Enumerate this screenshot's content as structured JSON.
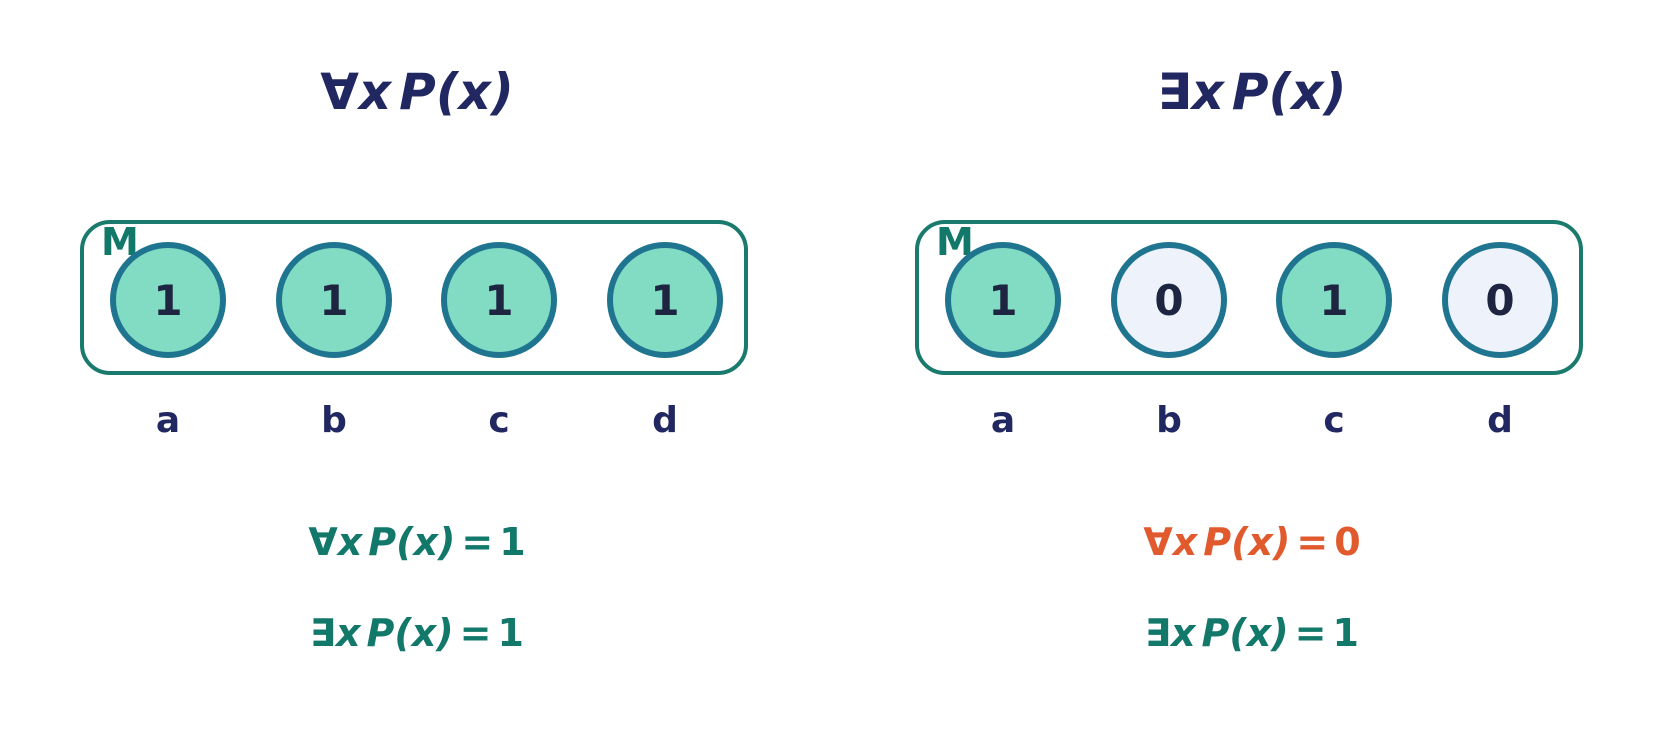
{
  "colors": {
    "title": "#212861",
    "true_result": "#12786a",
    "false_result": "#e05a2e",
    "domain_border": "#197a6d",
    "node_true_fill": "#82dbc3",
    "node_false_fill": "#edf2fb",
    "node_border": "#1f7590",
    "node_text": "#1d2540",
    "element_label": "#212861",
    "domain_label": "#12786a"
  },
  "panels": [
    {
      "title": {
        "quantifier": "∀",
        "var": "x",
        "pred": "P",
        "open": "(",
        "arg": "x",
        "close": ")"
      },
      "domain_label": "M",
      "elements": [
        {
          "label": "a",
          "value": "1",
          "truth": true
        },
        {
          "label": "b",
          "value": "1",
          "truth": true
        },
        {
          "label": "c",
          "value": "1",
          "truth": true
        },
        {
          "label": "d",
          "value": "1",
          "truth": true
        }
      ],
      "results": [
        {
          "quantifier": "∀",
          "var": "x",
          "pred": "P",
          "open": "(",
          "arg": "x",
          "close": ")",
          "eq": "=",
          "value": "1",
          "truth": true
        },
        {
          "quantifier": "∃",
          "var": "x",
          "pred": "P",
          "open": "(",
          "arg": "x",
          "close": ")",
          "eq": "=",
          "value": "1",
          "truth": true
        }
      ]
    },
    {
      "title": {
        "quantifier": "∃",
        "var": "x",
        "pred": "P",
        "open": "(",
        "arg": "x",
        "close": ")"
      },
      "domain_label": "M",
      "elements": [
        {
          "label": "a",
          "value": "1",
          "truth": true
        },
        {
          "label": "b",
          "value": "0",
          "truth": false
        },
        {
          "label": "c",
          "value": "1",
          "truth": true
        },
        {
          "label": "d",
          "value": "0",
          "truth": false
        }
      ],
      "results": [
        {
          "quantifier": "∀",
          "var": "x",
          "pred": "P",
          "open": "(",
          "arg": "x",
          "close": ")",
          "eq": "=",
          "value": "0",
          "truth": false
        },
        {
          "quantifier": "∃",
          "var": "x",
          "pred": "P",
          "open": "(",
          "arg": "x",
          "close": ")",
          "eq": "=",
          "value": "1",
          "truth": true
        }
      ]
    }
  ]
}
